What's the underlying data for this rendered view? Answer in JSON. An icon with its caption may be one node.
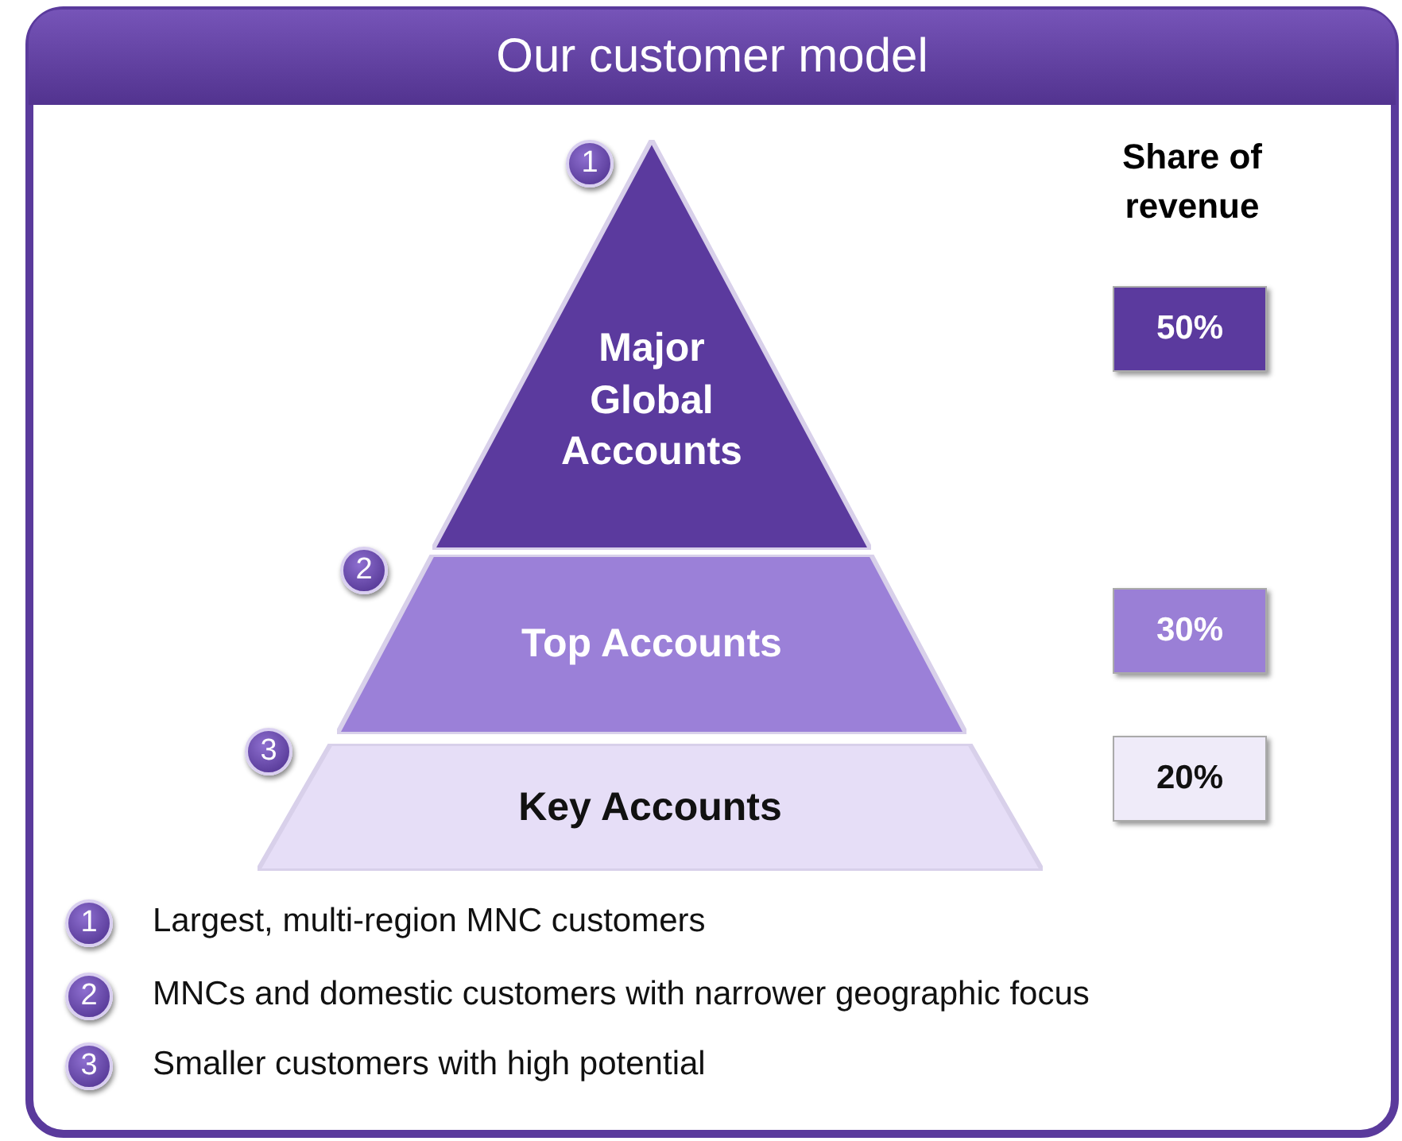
{
  "diagram": {
    "title": "Our customer model",
    "nodes": [
      {
        "text": [
          "1"
        ]
      },
      {
        "text": [
          "Major Global Accounts"
        ]
      },
      {
        "text": [
          "50%"
        ]
      },
      {
        "text": [
          "2"
        ]
      },
      {
        "text": [
          "Top Accounts"
        ]
      },
      {
        "text": [
          "30%"
        ]
      },
      {
        "text": [
          "3"
        ]
      },
      {
        "text": [
          "Key Accounts"
        ]
      },
      {
        "text": [
          "20%"
        ]
      },
      {
        "text": [
          "1"
        ],
        "beside": [
          "Largest, multi-region MNC customers"
        ]
      },
      {
        "text": [
          "2"
        ],
        "beside": [
          "MNCs and domestic customers with narrower geographic focus"
        ]
      },
      {
        "text": [
          "3"
        ],
        "beside": [
          "Smaller customers with high potential"
        ]
      }
    ],
    "labels": [
      "Share of revenue"
    ]
  }
}
